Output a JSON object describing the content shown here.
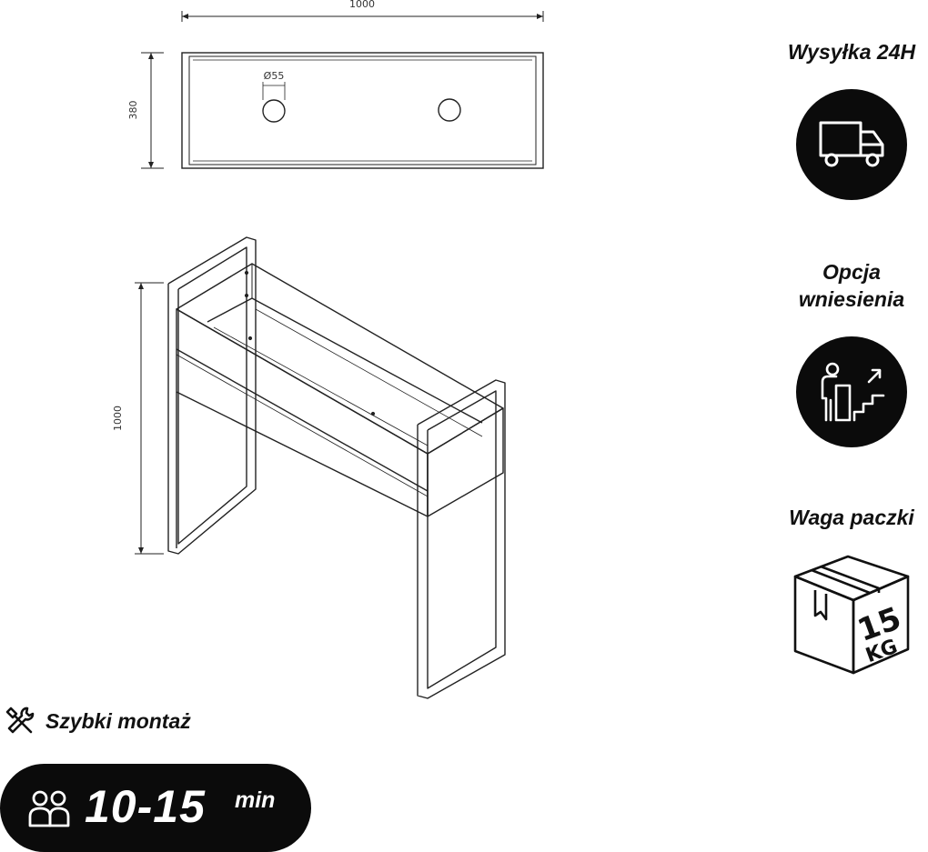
{
  "drawing": {
    "top_view": {
      "width_label": "1000",
      "depth_label": "380",
      "hole_label": "Ø55"
    },
    "front_view": {
      "height_label": "1000"
    }
  },
  "features": {
    "shipping": {
      "title": "Wysyłka 24H",
      "icon": "delivery-truck-icon"
    },
    "carry_in": {
      "title_line1": "Opcja",
      "title_line2": "wniesienia",
      "icon": "person-stairs-icon"
    },
    "weight": {
      "title": "Waga paczki",
      "box_number": "15",
      "box_unit": "KG",
      "icon": "package-box-icon"
    }
  },
  "assembly": {
    "label": "Szybki montaż",
    "time_value": "10-15",
    "time_unit": "min",
    "icons": [
      "tools-icon",
      "people-icon"
    ]
  },
  "colors": {
    "badge": "#0b0b0b",
    "badge_icon": "#ffffff",
    "line": "#222222"
  }
}
